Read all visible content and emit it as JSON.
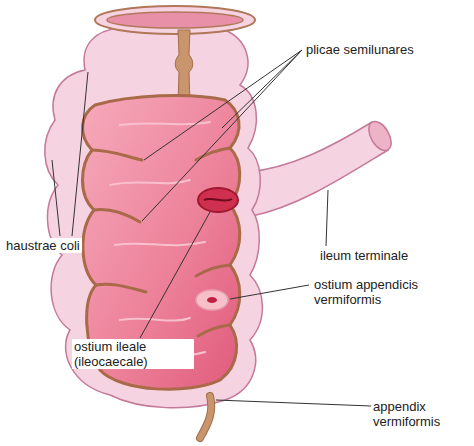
{
  "diagram": {
    "labels": [
      "plicae semilunares",
      "ileum terminale",
      "haustrae coli",
      "ostium appendicis vermiformis",
      "ostium ileale (ileocaecale)",
      "appendix vermiformis"
    ]
  }
}
